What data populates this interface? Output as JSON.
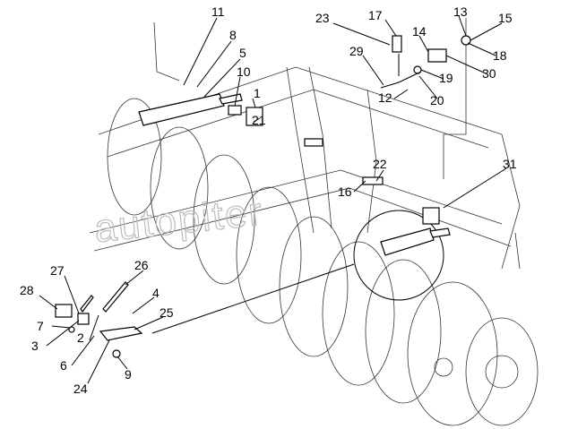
{
  "callouts": [
    "11",
    "8",
    "5",
    "10",
    "1",
    "21",
    "23",
    "17",
    "14",
    "13",
    "15",
    "18",
    "29",
    "19",
    "30",
    "12",
    "20",
    "22",
    "16",
    "31",
    "27",
    "26",
    "28",
    "4",
    "25",
    "7",
    "3",
    "2",
    "6",
    "9",
    "24"
  ],
  "watermark": "autopiter"
}
